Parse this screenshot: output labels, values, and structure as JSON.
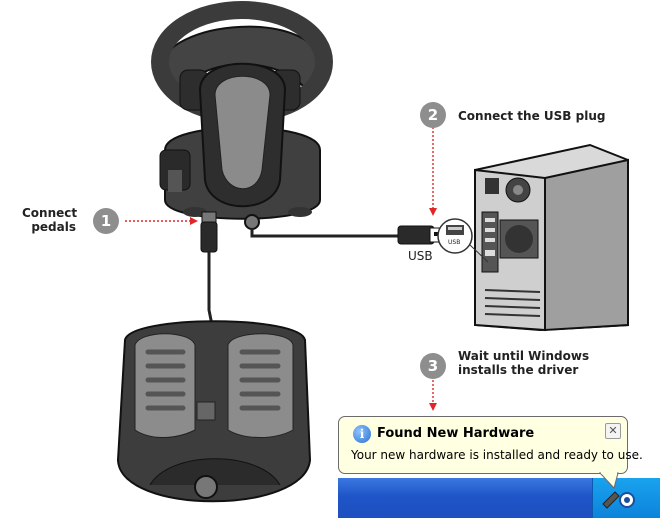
{
  "steps": [
    {
      "number": "1",
      "label_lines": [
        "Connect",
        "pedals"
      ]
    },
    {
      "number": "2",
      "label": "Connect the USB plug"
    },
    {
      "number": "3",
      "label_lines": [
        "Wait until Windows",
        "installs the driver"
      ]
    }
  ],
  "usb_label": "USB",
  "usb_port_label": "USB",
  "notification": {
    "title": "Found New Hardware",
    "message": "Your new hardware is installed and ready to use.",
    "close_glyph": "✕",
    "icon": "info-icon",
    "icon_glyph": "i"
  },
  "colors": {
    "step_circle": "#8e8e8e",
    "arrow": "#e0262b",
    "device_dark": "#3a3a3a",
    "balloon_bg": "#ffffe1",
    "taskbar": "#245edb"
  }
}
